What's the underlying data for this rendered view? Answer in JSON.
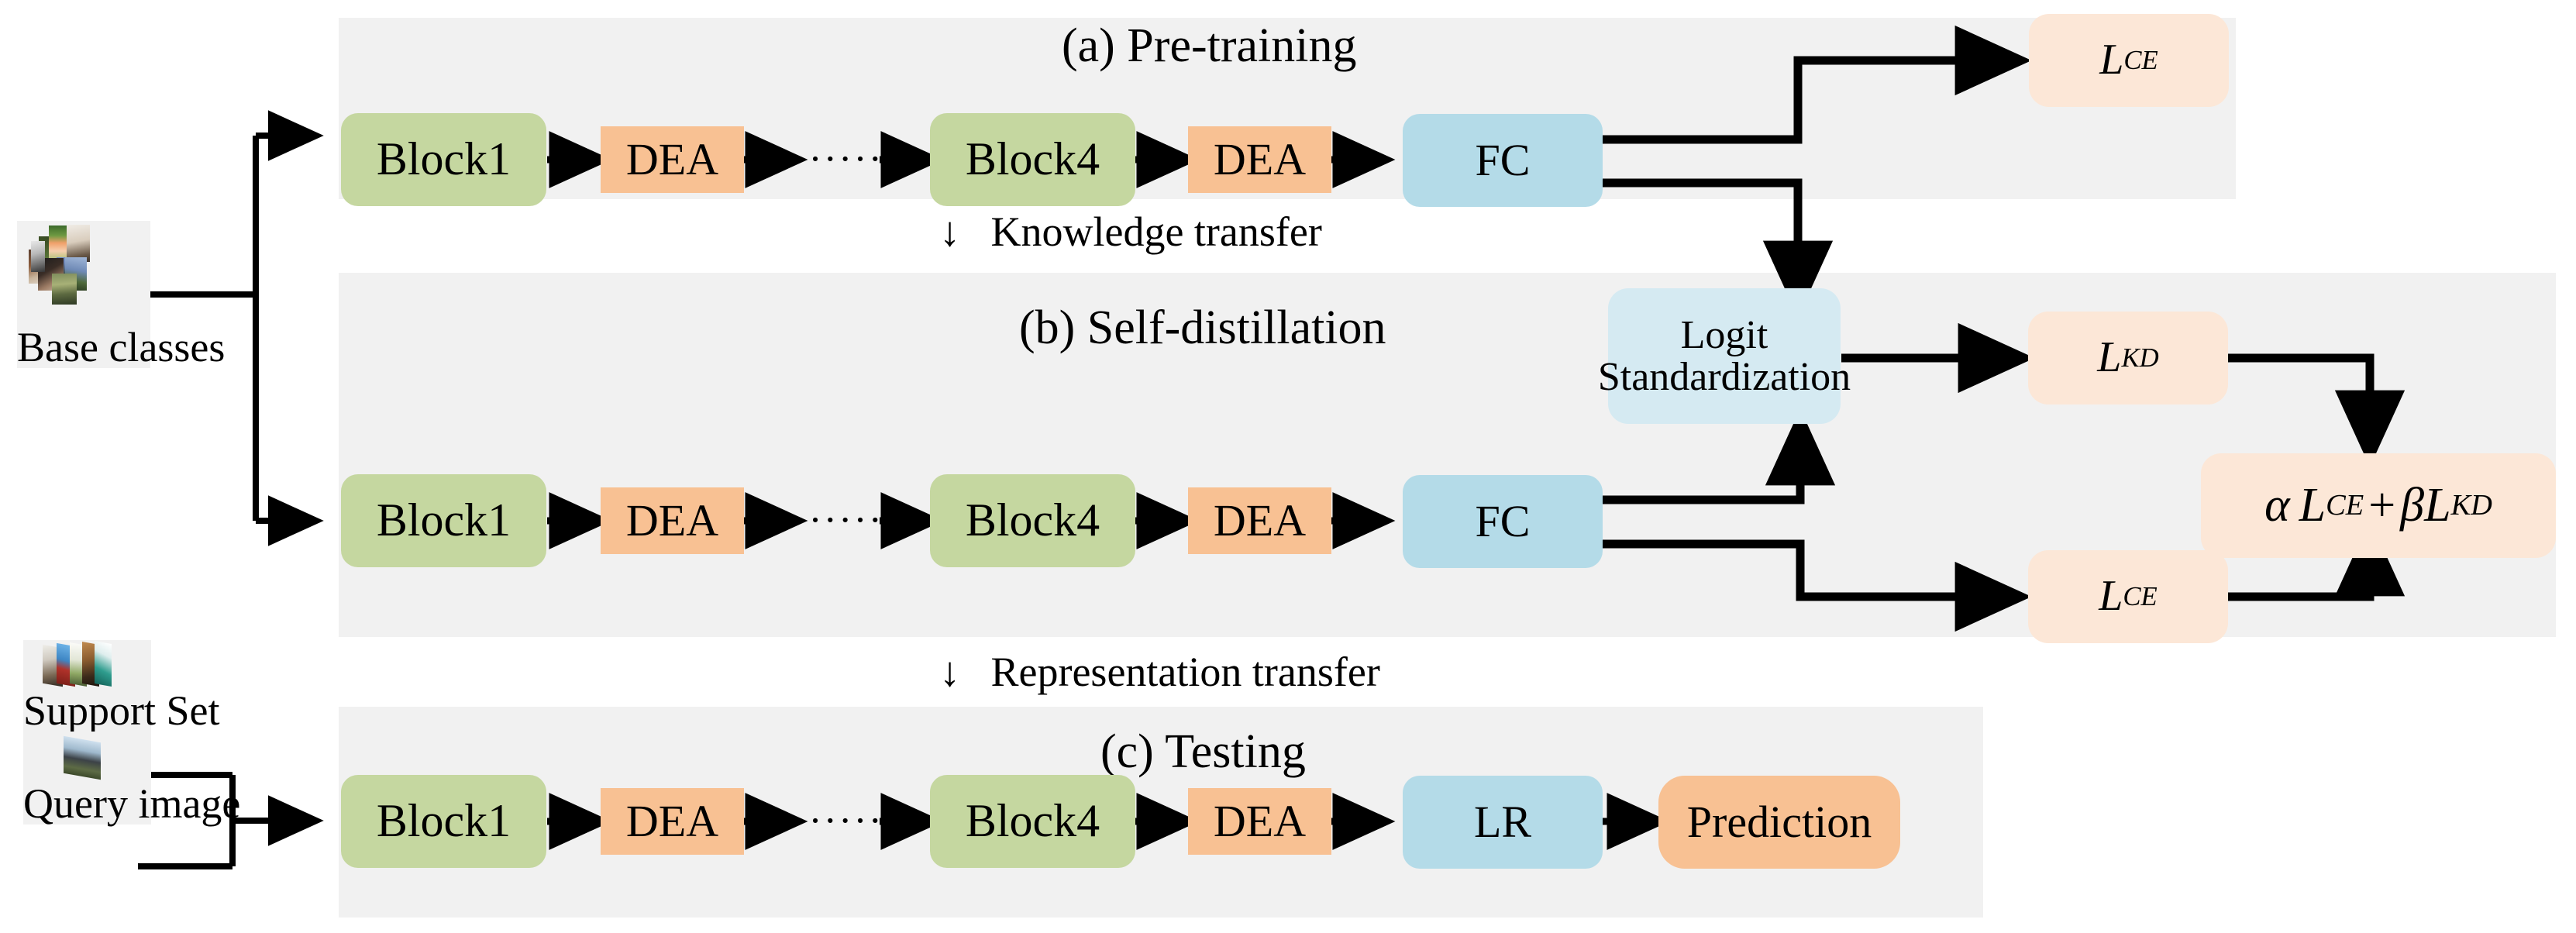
{
  "diagram": {
    "title": "Few-shot learning framework with DEA blocks, self-distillation and logit standardization",
    "colors": {
      "panel_bg": "#f1f1f1",
      "block_green": "#c5d7a0",
      "dea_orange": "#f8c193",
      "fc_blue": "#b4dbe8",
      "logit_blue": "#d5eaf2",
      "loss_peach": "#fce7d7",
      "prediction_orange": "#f8c193",
      "wire_black": "#000000",
      "page_bg": "#ffffff"
    }
  },
  "stages": {
    "a": {
      "caption": "(a) Pre-training"
    },
    "b": {
      "caption": "(b) Self-distillation"
    },
    "c": {
      "caption": "(c) Testing"
    }
  },
  "transfers": {
    "knowledge": {
      "arrow": "↓",
      "label": "Knowledge transfer"
    },
    "representation": {
      "arrow": "↓",
      "label": "Representation transfer"
    }
  },
  "inputs": {
    "base_classes": {
      "label": "Base classes"
    },
    "support_set": {
      "label": "Support Set"
    },
    "query_image": {
      "label": "Query image"
    }
  },
  "backbone": {
    "block1": "Block1",
    "dea1": "DEA",
    "ellipsis": "······",
    "block4": "Block4",
    "dea2": "DEA",
    "fc": "FC",
    "lr": "LR"
  },
  "heads": {
    "logit_standardization": "Logit\nStandardization",
    "l_ce_a": {
      "base": "L",
      "sub": "CE"
    },
    "l_kd_b": {
      "base": "L",
      "sub": "KD"
    },
    "l_ce_b": {
      "base": "L",
      "sub": "CE"
    },
    "combined": {
      "alpha": "α",
      "term1_base": "L",
      "term1_sub": "CE",
      "plus": "+",
      "beta": "β",
      "term2_base": "L",
      "term2_sub": "KD"
    },
    "prediction": "Prediction"
  }
}
